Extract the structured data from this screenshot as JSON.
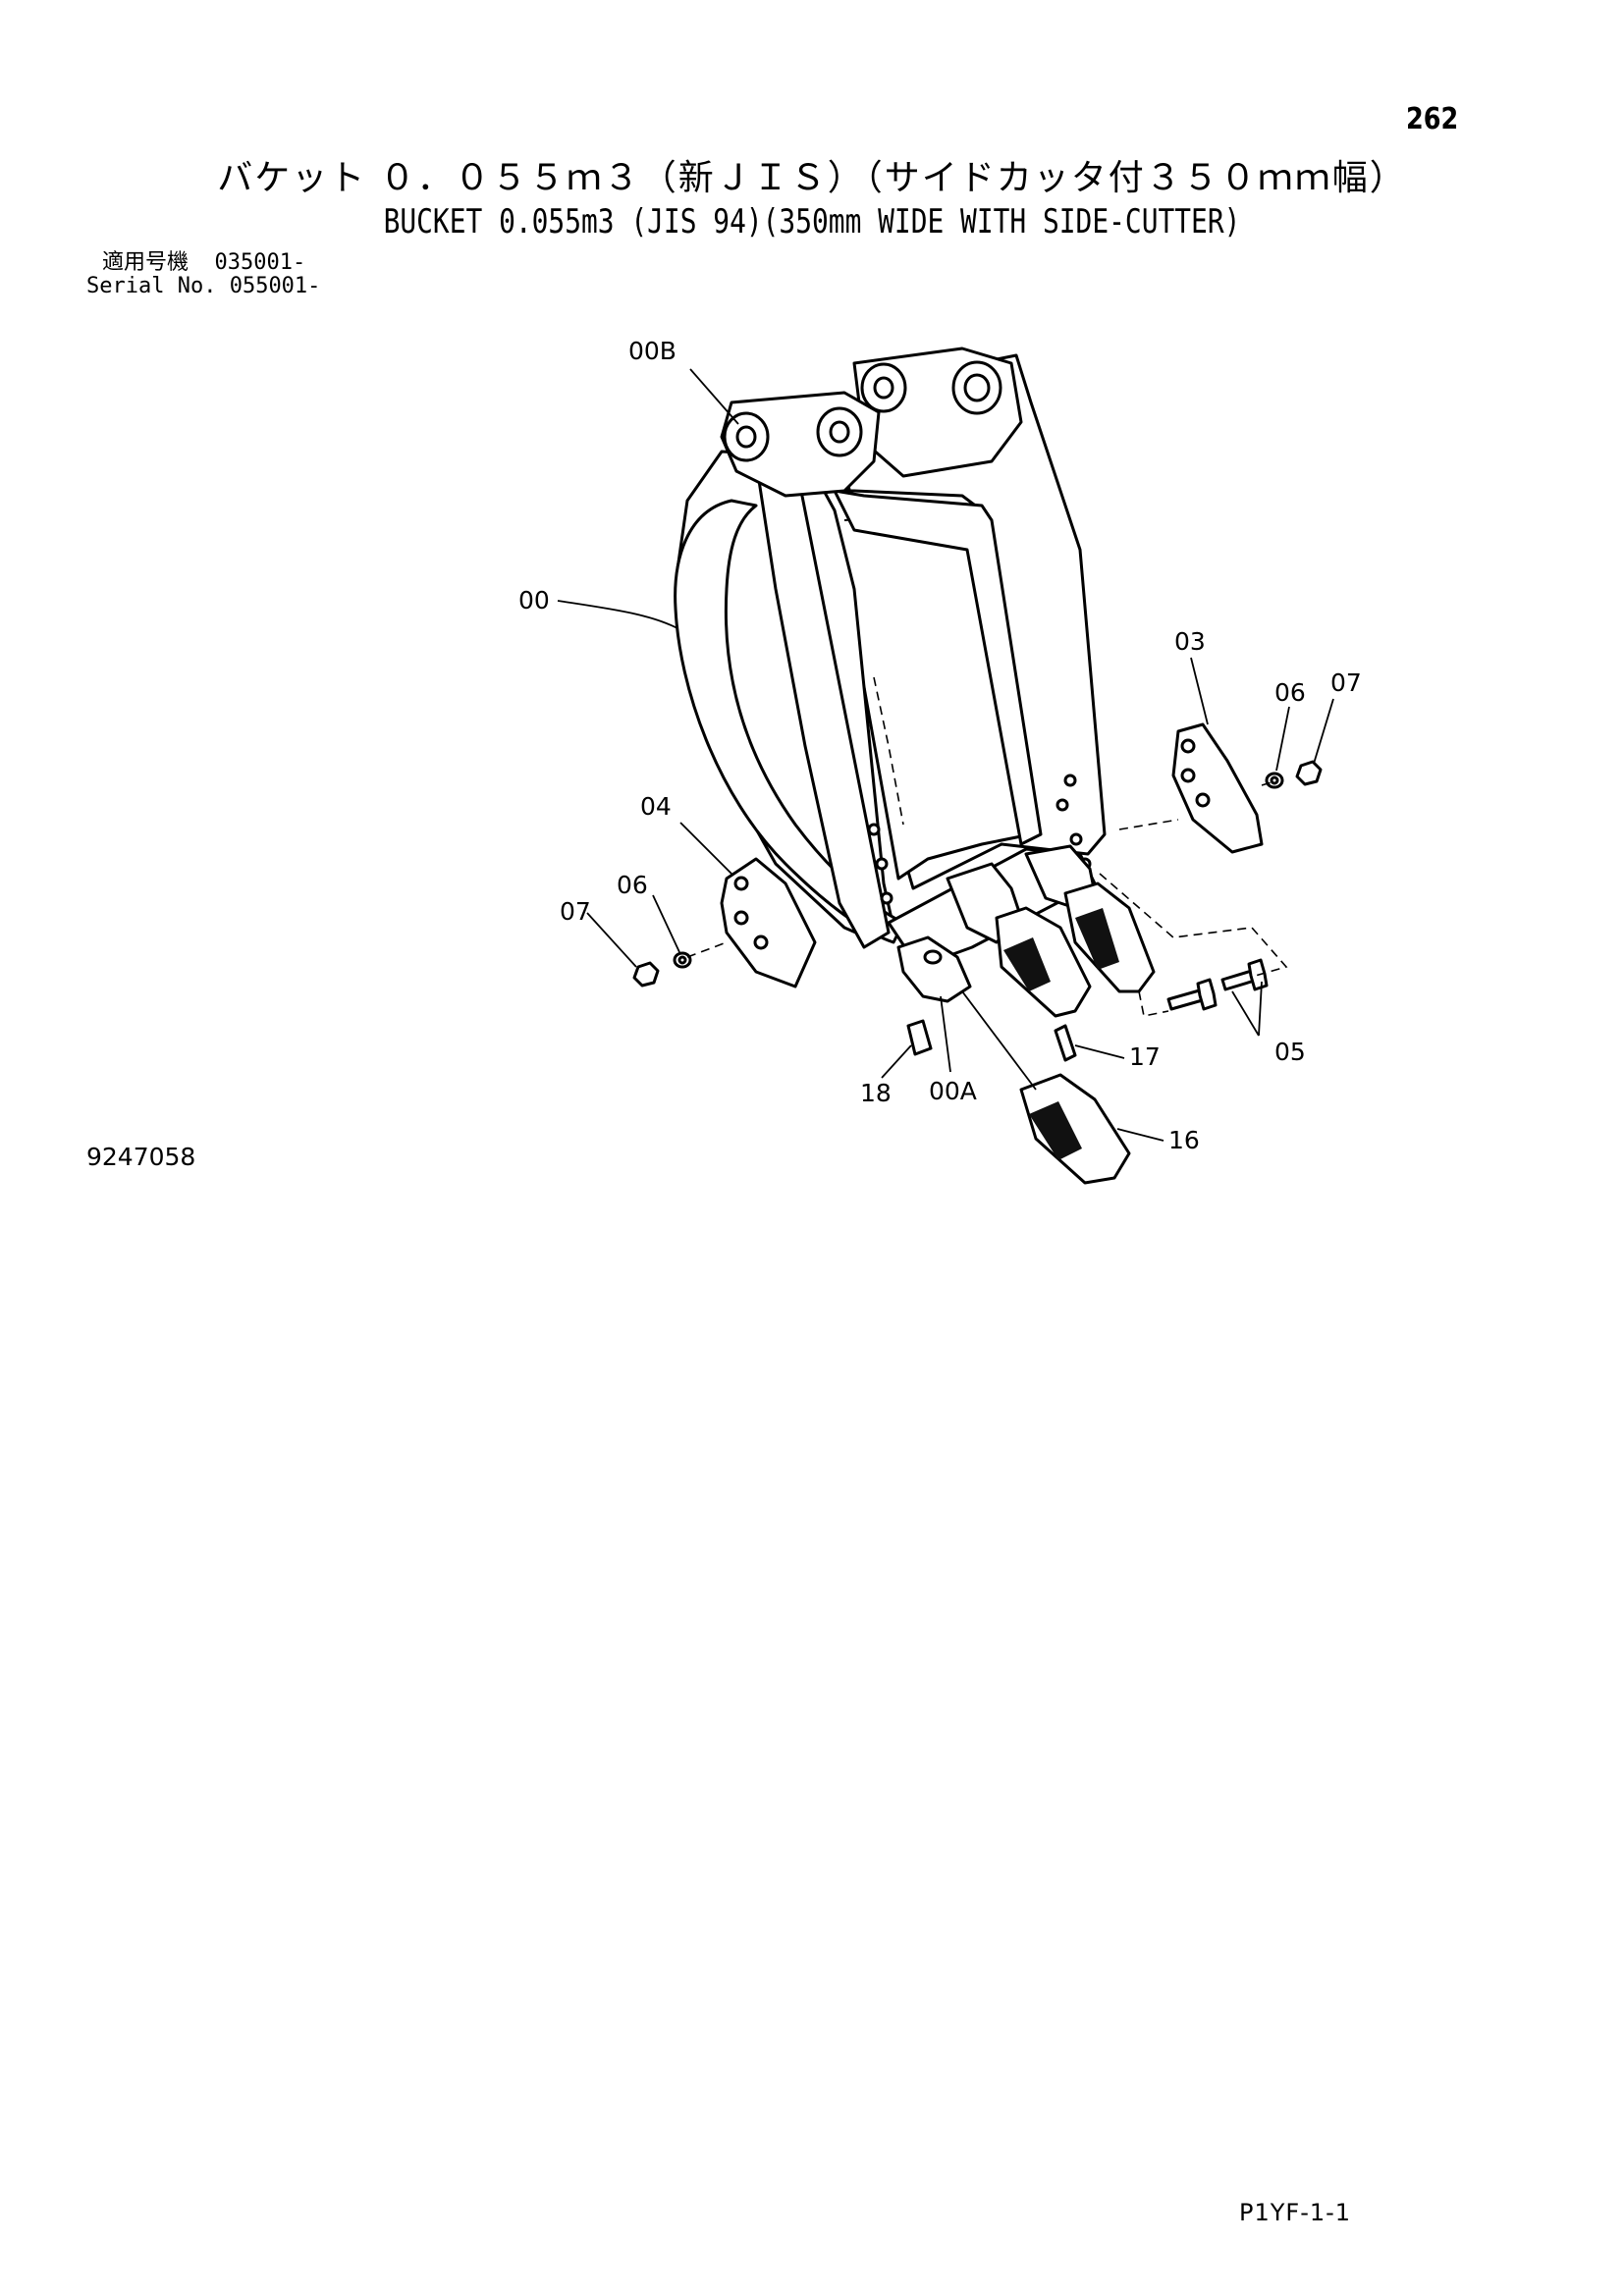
{
  "page_number": "262",
  "title_jp": "バケット ０．０５５ｍ３（新ＪＩＳ）（サイドカッタ付３５０ｍｍ幅）",
  "title_en": "BUCKET 0.055m3 (JIS 94)(350mm WIDE WITH SIDE-CUTTER)",
  "serial": {
    "label_jp": "適用号機",
    "value_jp": "035001-",
    "label_en": "Serial No.",
    "value_en": "055001-"
  },
  "callouts": {
    "c00": "00",
    "c00A": "00A",
    "c00B": "00B",
    "c03": "03",
    "c04": "04",
    "c05": "05",
    "c06_left": "06",
    "c06_right": "06",
    "c07_left": "07",
    "c07_right": "07",
    "c16": "16",
    "c17": "17",
    "c18": "18"
  },
  "drawing_number": "9247058",
  "footer_code": "P1YF-1-1"
}
